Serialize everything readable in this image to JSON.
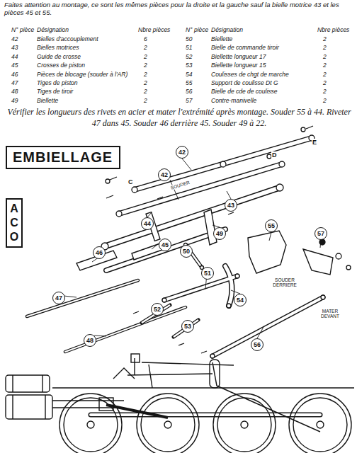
{
  "diagram": {
    "nodes": [
      {
        "text": [
          "EMBIELLAGE"
        ]
      },
      {
        "text": [
          "A C O"
        ]
      }
    ],
    "labels": [
      "Faites attention au montage, ce sont les mêmes pièces pour la droite et la gauche sauf la bielle motrice 43 et les pièces 45 et 55.",
      "N° pièce",
      "Désignation",
      "Nbre pièces",
      "N° pièce",
      "Désignation",
      "Nbre pièces",
      "42",
      "Bielles d'accouplement",
      "6",
      "43",
      "Bielles motrices",
      "2",
      "44",
      "Guide de crosse",
      "2",
      "45",
      "Crosses de piston",
      "2",
      "46",
      "Pièces de blocage (souder à l'AR)",
      "2",
      "47",
      "Tiges de piston",
      "2",
      "48",
      "Tiges de tiroir",
      "2",
      "49",
      "Biellette",
      "2",
      "50",
      "Biellette",
      "2",
      "51",
      "Bielle de commande tiroir",
      "2",
      "52",
      "Biellette longueur 17",
      "2",
      "53",
      "Biellette longueur 15",
      "2",
      "54",
      "Coulisses de chgt de marche",
      "2",
      "55",
      "Support de coulisse Dt G",
      "2",
      "56",
      "Bielle de cde de coulisse",
      "2",
      "57",
      "Contre-manivelle",
      "2",
      "Vérifier les longueurs des rivets en acier et mater l'extrémité après montage. Souder 55 à 44. Riveter 47 dans 45. Souder 46 derrière 45. Souder 49 à 22.",
      "E",
      "D",
      "C",
      "42",
      "42",
      "43",
      "44",
      "45",
      "46",
      "47",
      "48",
      "49",
      "50",
      "51",
      "52",
      "53",
      "54",
      "55",
      "56",
      "57",
      "SOUDER",
      "SOUDER DERRIERE",
      "MATER DEVANT"
    ]
  }
}
